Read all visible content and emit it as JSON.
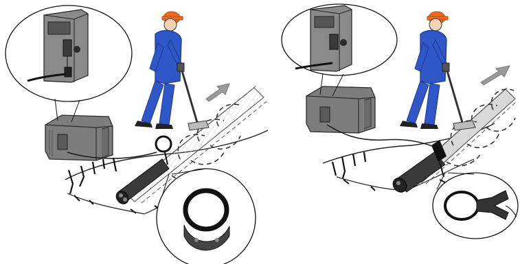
{
  "figure": {
    "panels": [
      {
        "id": "left",
        "method": "flexible-coupler",
        "arrow": "direction"
      },
      {
        "id": "right",
        "method": "clamp",
        "arrow": "direction"
      }
    ],
    "colors": {
      "worker_suit": "#2f57c8",
      "worker_suit_dark": "#1b3a8f",
      "helmet": "#ef6b1f",
      "case": "#7d7d7d",
      "case_dark": "#555555",
      "cable": "#1a1a1a",
      "pipe_fill": "#d9d9d9",
      "ground_line": "#222222",
      "arrow": "#9a9a9a",
      "background": "#ffffff"
    },
    "icons": [
      "transmitter-case-icon",
      "worker-icon",
      "locator-icon",
      "coupler-ring-icon",
      "clamp-icon",
      "direction-arrow-icon"
    ]
  }
}
